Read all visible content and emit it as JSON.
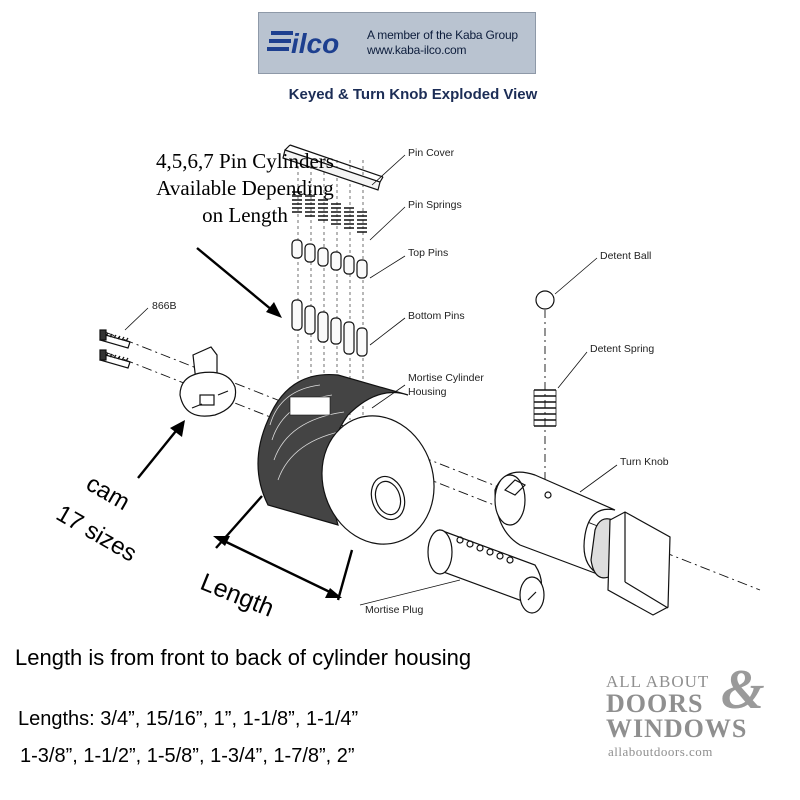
{
  "brand": {
    "logo_text": "ilco",
    "member_text": "A member of the Kaba Group",
    "url": "www.kaba-ilco.com",
    "colors": {
      "banner": "#b9c3d0",
      "logo": "#1d3f8f",
      "title": "#1c2d56"
    }
  },
  "title": "Keyed & Turn Knob Exploded View",
  "pin_note": {
    "line1": "4,5,6,7 Pin Cylinders",
    "line2": "Available Depending",
    "line3": "on Length"
  },
  "parts": {
    "pin_cover": "Pin Cover",
    "pin_springs": "Pin Springs",
    "top_pins": "Top Pins",
    "bottom_pins": "Bottom Pins",
    "housing_line1": "Mortise Cylinder",
    "housing_line2": "Housing",
    "detent_ball": "Detent Ball",
    "detent_spring": "Detent Spring",
    "turn_knob": "Turn Knob",
    "mortise_plug": "Mortise Plug",
    "screw": "866B"
  },
  "annotations": {
    "cam": "cam",
    "cam_sizes": "17 sizes",
    "length": "Length"
  },
  "length_note": "Length is from front to back of  cylinder housing",
  "lengths": {
    "line1": "Lengths:  3/4”, 15/16”, 1”, 1-1/8”, 1-1/4”",
    "line2": "1-3/8”,  1-1/2”, 1-5/8”, 1-3/4”, 1-7/8”, 2”"
  },
  "watermark": {
    "line1": "ALL ABOUT",
    "line2": "DOORS",
    "amp": "&",
    "line3": "WINDOWS",
    "url": "allaboutdoors.com"
  }
}
